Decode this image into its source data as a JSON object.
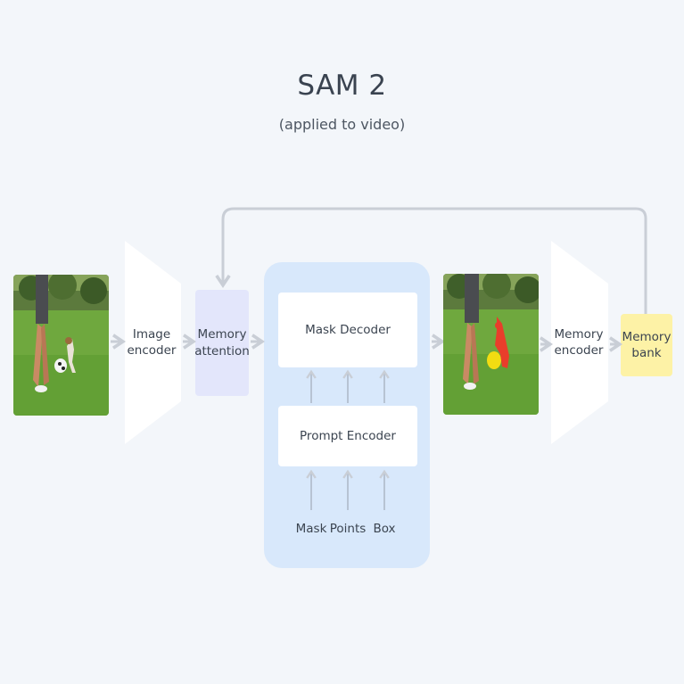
{
  "title": "SAM 2",
  "subtitle": "(applied to video)",
  "blocks": {
    "image_encoder": "Image\nencoder",
    "memory_attention": "Memory\nattention",
    "mask_decoder": "Mask Decoder",
    "prompt_encoder": "Prompt Encoder",
    "memory_encoder": "Memory\nencoder",
    "memory_bank": "Memory\nbank"
  },
  "prompts": [
    "Mask",
    "Points",
    "Box"
  ],
  "colors": {
    "background": "#f3f6fa",
    "memory_attention_fill": "#e3e6fb",
    "prompt_panel_fill": "#d8e8fb",
    "memory_bank_fill": "#fdf2a6",
    "arrow": "#c9ced6",
    "mask_overlay": "#e93d2b",
    "ball_highlight": "#f2dc12"
  }
}
